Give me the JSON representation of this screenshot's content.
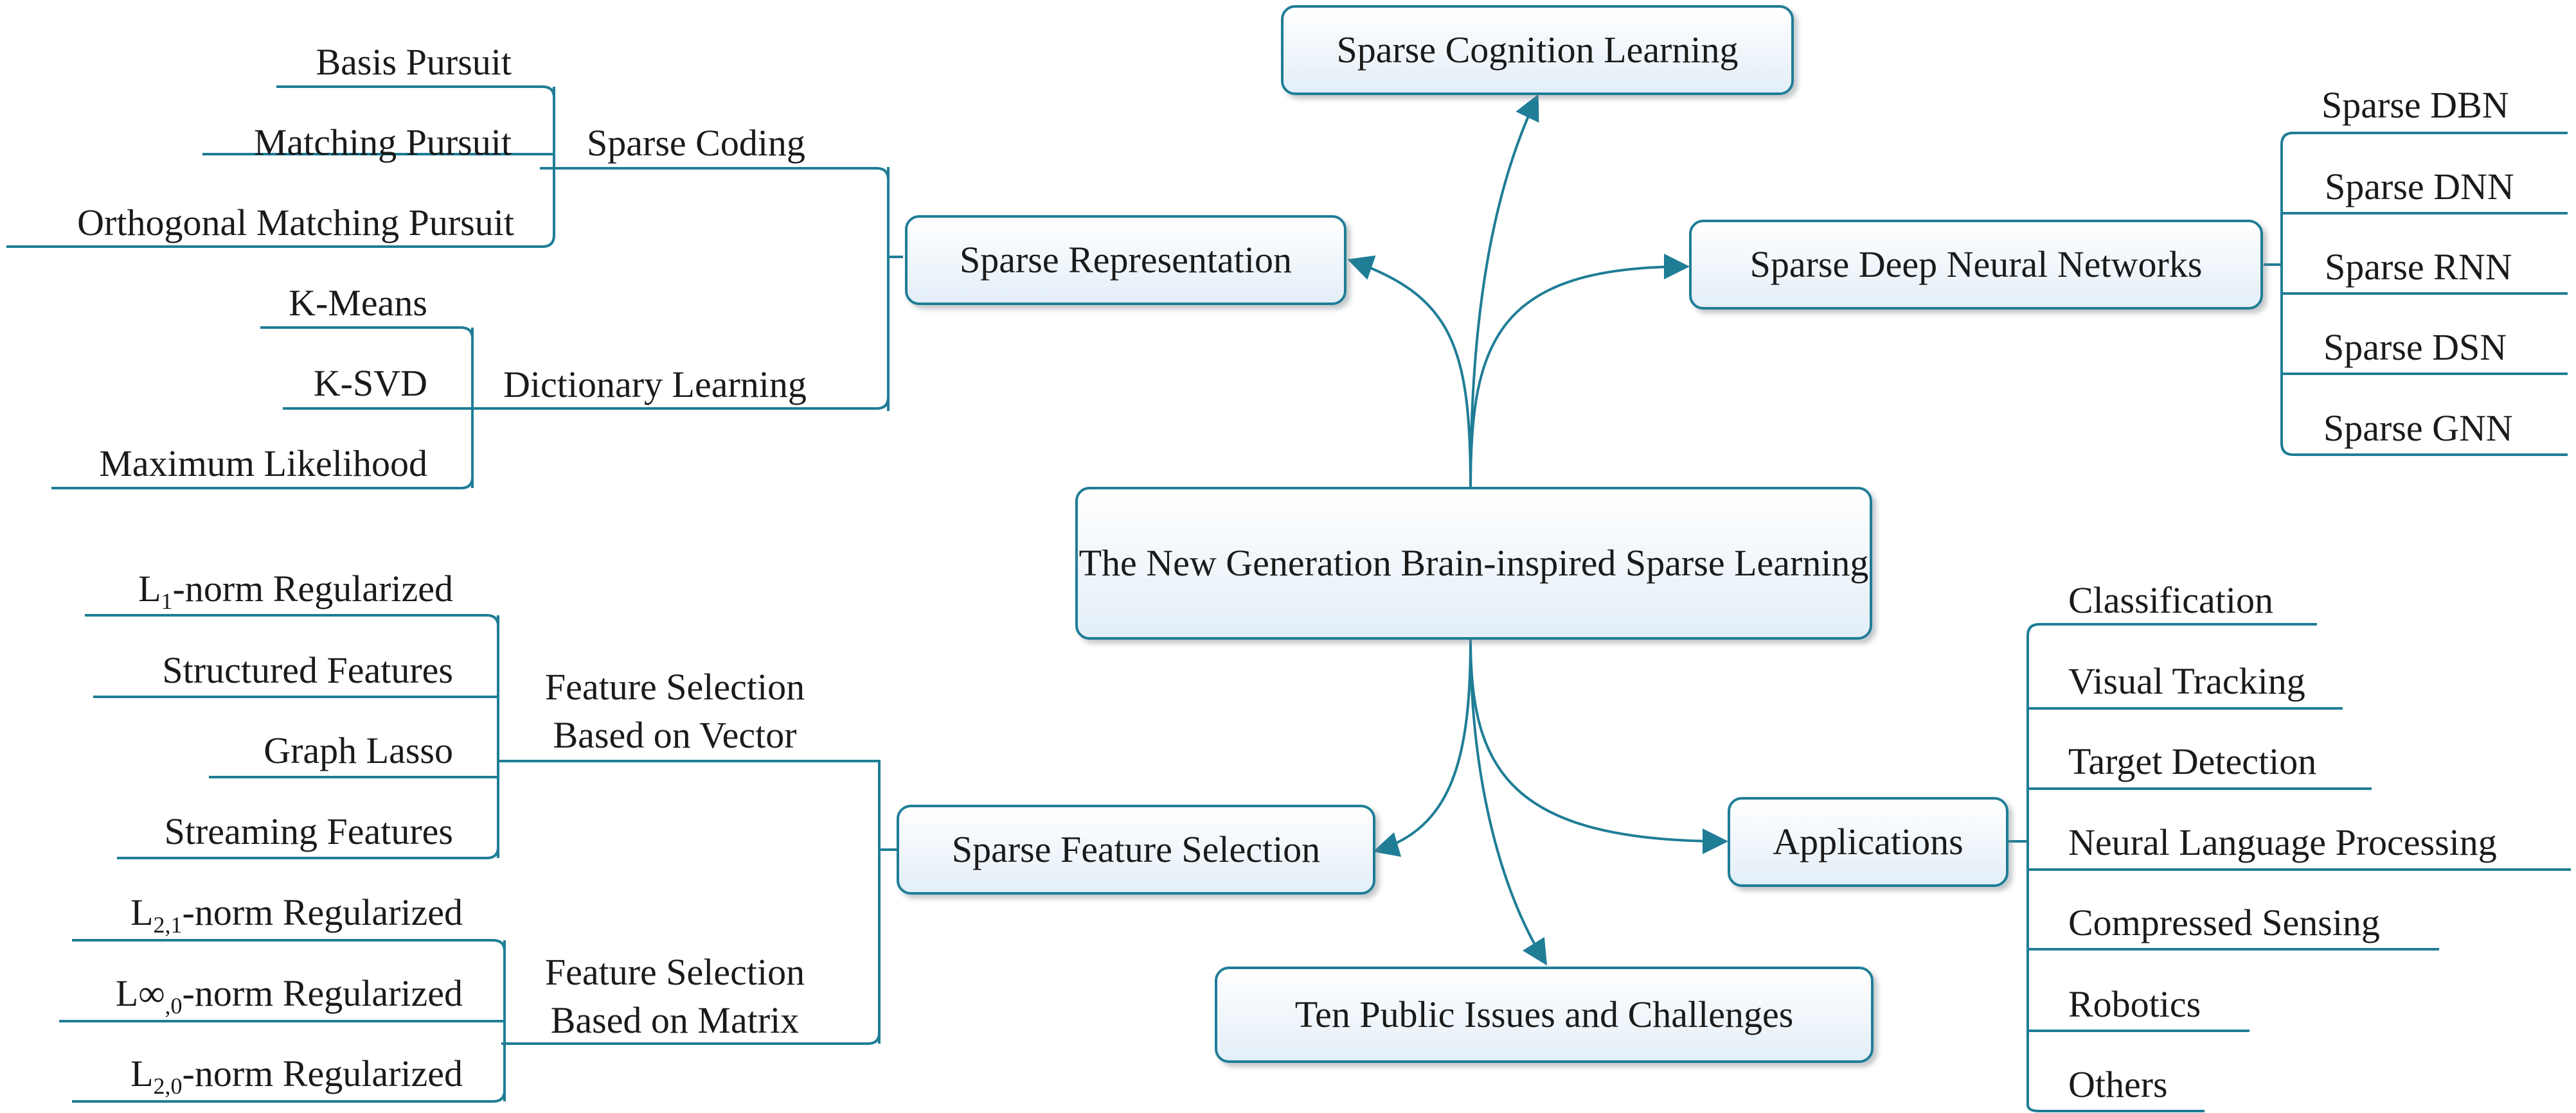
{
  "nodes": {
    "center": "The New Generation Brain-inspired Sparse Learning",
    "cognition": "Sparse Cognition Learning",
    "representation": "Sparse Representation",
    "dnn": "Sparse Deep Neural Networks",
    "feature_selection": "Sparse Feature Selection",
    "applications": "Applications",
    "issues": "Ten Public Issues and   Challenges"
  },
  "representation": {
    "coding": "Sparse Coding",
    "coding_items": [
      "Basis Pursuit",
      "Matching Pursuit",
      "Orthogonal Matching Pursuit"
    ],
    "dictionary": "Dictionary Learning",
    "dictionary_items": [
      "K-Means",
      "K-SVD",
      "Maximum Likelihood"
    ]
  },
  "dnn_items": [
    "Sparse DBN",
    "Sparse DNN",
    "Sparse RNN",
    "Sparse DSN",
    "Sparse GNN"
  ],
  "feature_selection": {
    "vector_group": [
      "Feature Selection",
      "Based on Vector"
    ],
    "matrix_group": [
      "Feature Selection",
      "Based on Matrix"
    ],
    "l1": {
      "base": "L",
      "sub": "1",
      "rest": "-norm Regularized"
    },
    "vector_items": [
      "Structured Features",
      "Graph Lasso",
      "Streaming Features"
    ],
    "l21": {
      "base": "L",
      "sub": "2,1",
      "rest": "-norm Regularized"
    },
    "linf0": {
      "base": "L∞",
      "sub": ",0",
      "rest": "-norm Regularized"
    },
    "l20": {
      "base": "L",
      "sub": "2,0",
      "rest": "-norm Regularized"
    }
  },
  "applications_items": [
    "Classification",
    "Visual Tracking",
    "Target Detection",
    "Neural Language Processing",
    "Compressed Sensing",
    "Robotics",
    "Others"
  ],
  "colors": {
    "line": "#1f7d96",
    "node_fill_top": "#ffffff",
    "node_fill_bottom": "#e3eef7"
  }
}
